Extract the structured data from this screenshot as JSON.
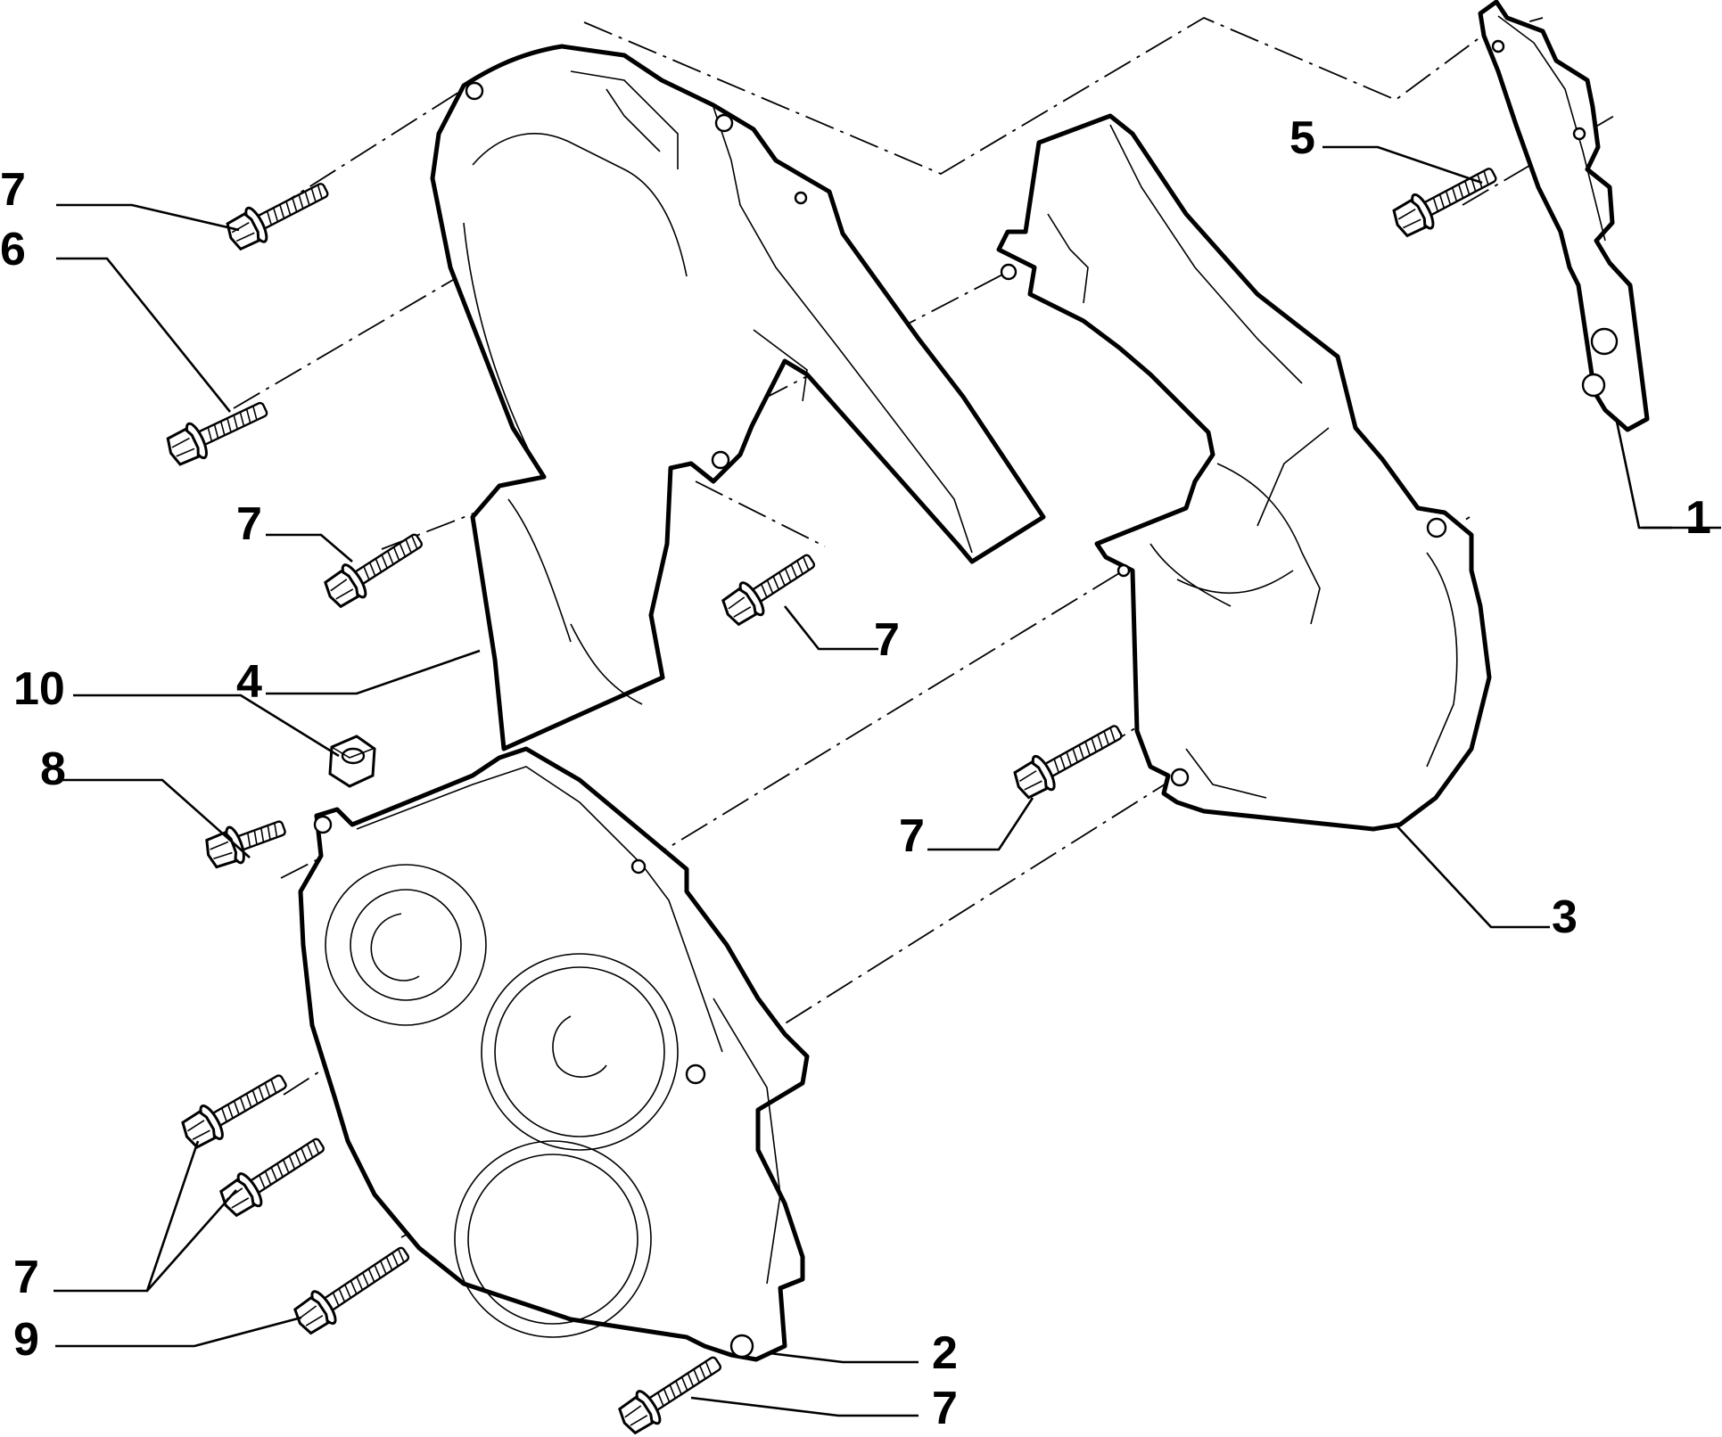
{
  "figure": {
    "callouts": [
      {
        "id": "c1",
        "number": "1"
      },
      {
        "id": "c2",
        "number": "2"
      },
      {
        "id": "c3",
        "number": "3"
      },
      {
        "id": "c4",
        "number": "4"
      },
      {
        "id": "c5",
        "number": "5"
      },
      {
        "id": "c6",
        "number": "6"
      },
      {
        "id": "c7a",
        "number": "7"
      },
      {
        "id": "c7b",
        "number": "7"
      },
      {
        "id": "c7c",
        "number": "7"
      },
      {
        "id": "c7d",
        "number": "7"
      },
      {
        "id": "c7e",
        "number": "7"
      },
      {
        "id": "c7f",
        "number": "7"
      },
      {
        "id": "c8",
        "number": "8"
      },
      {
        "id": "c9",
        "number": "9"
      },
      {
        "id": "c10",
        "number": "10"
      }
    ]
  }
}
